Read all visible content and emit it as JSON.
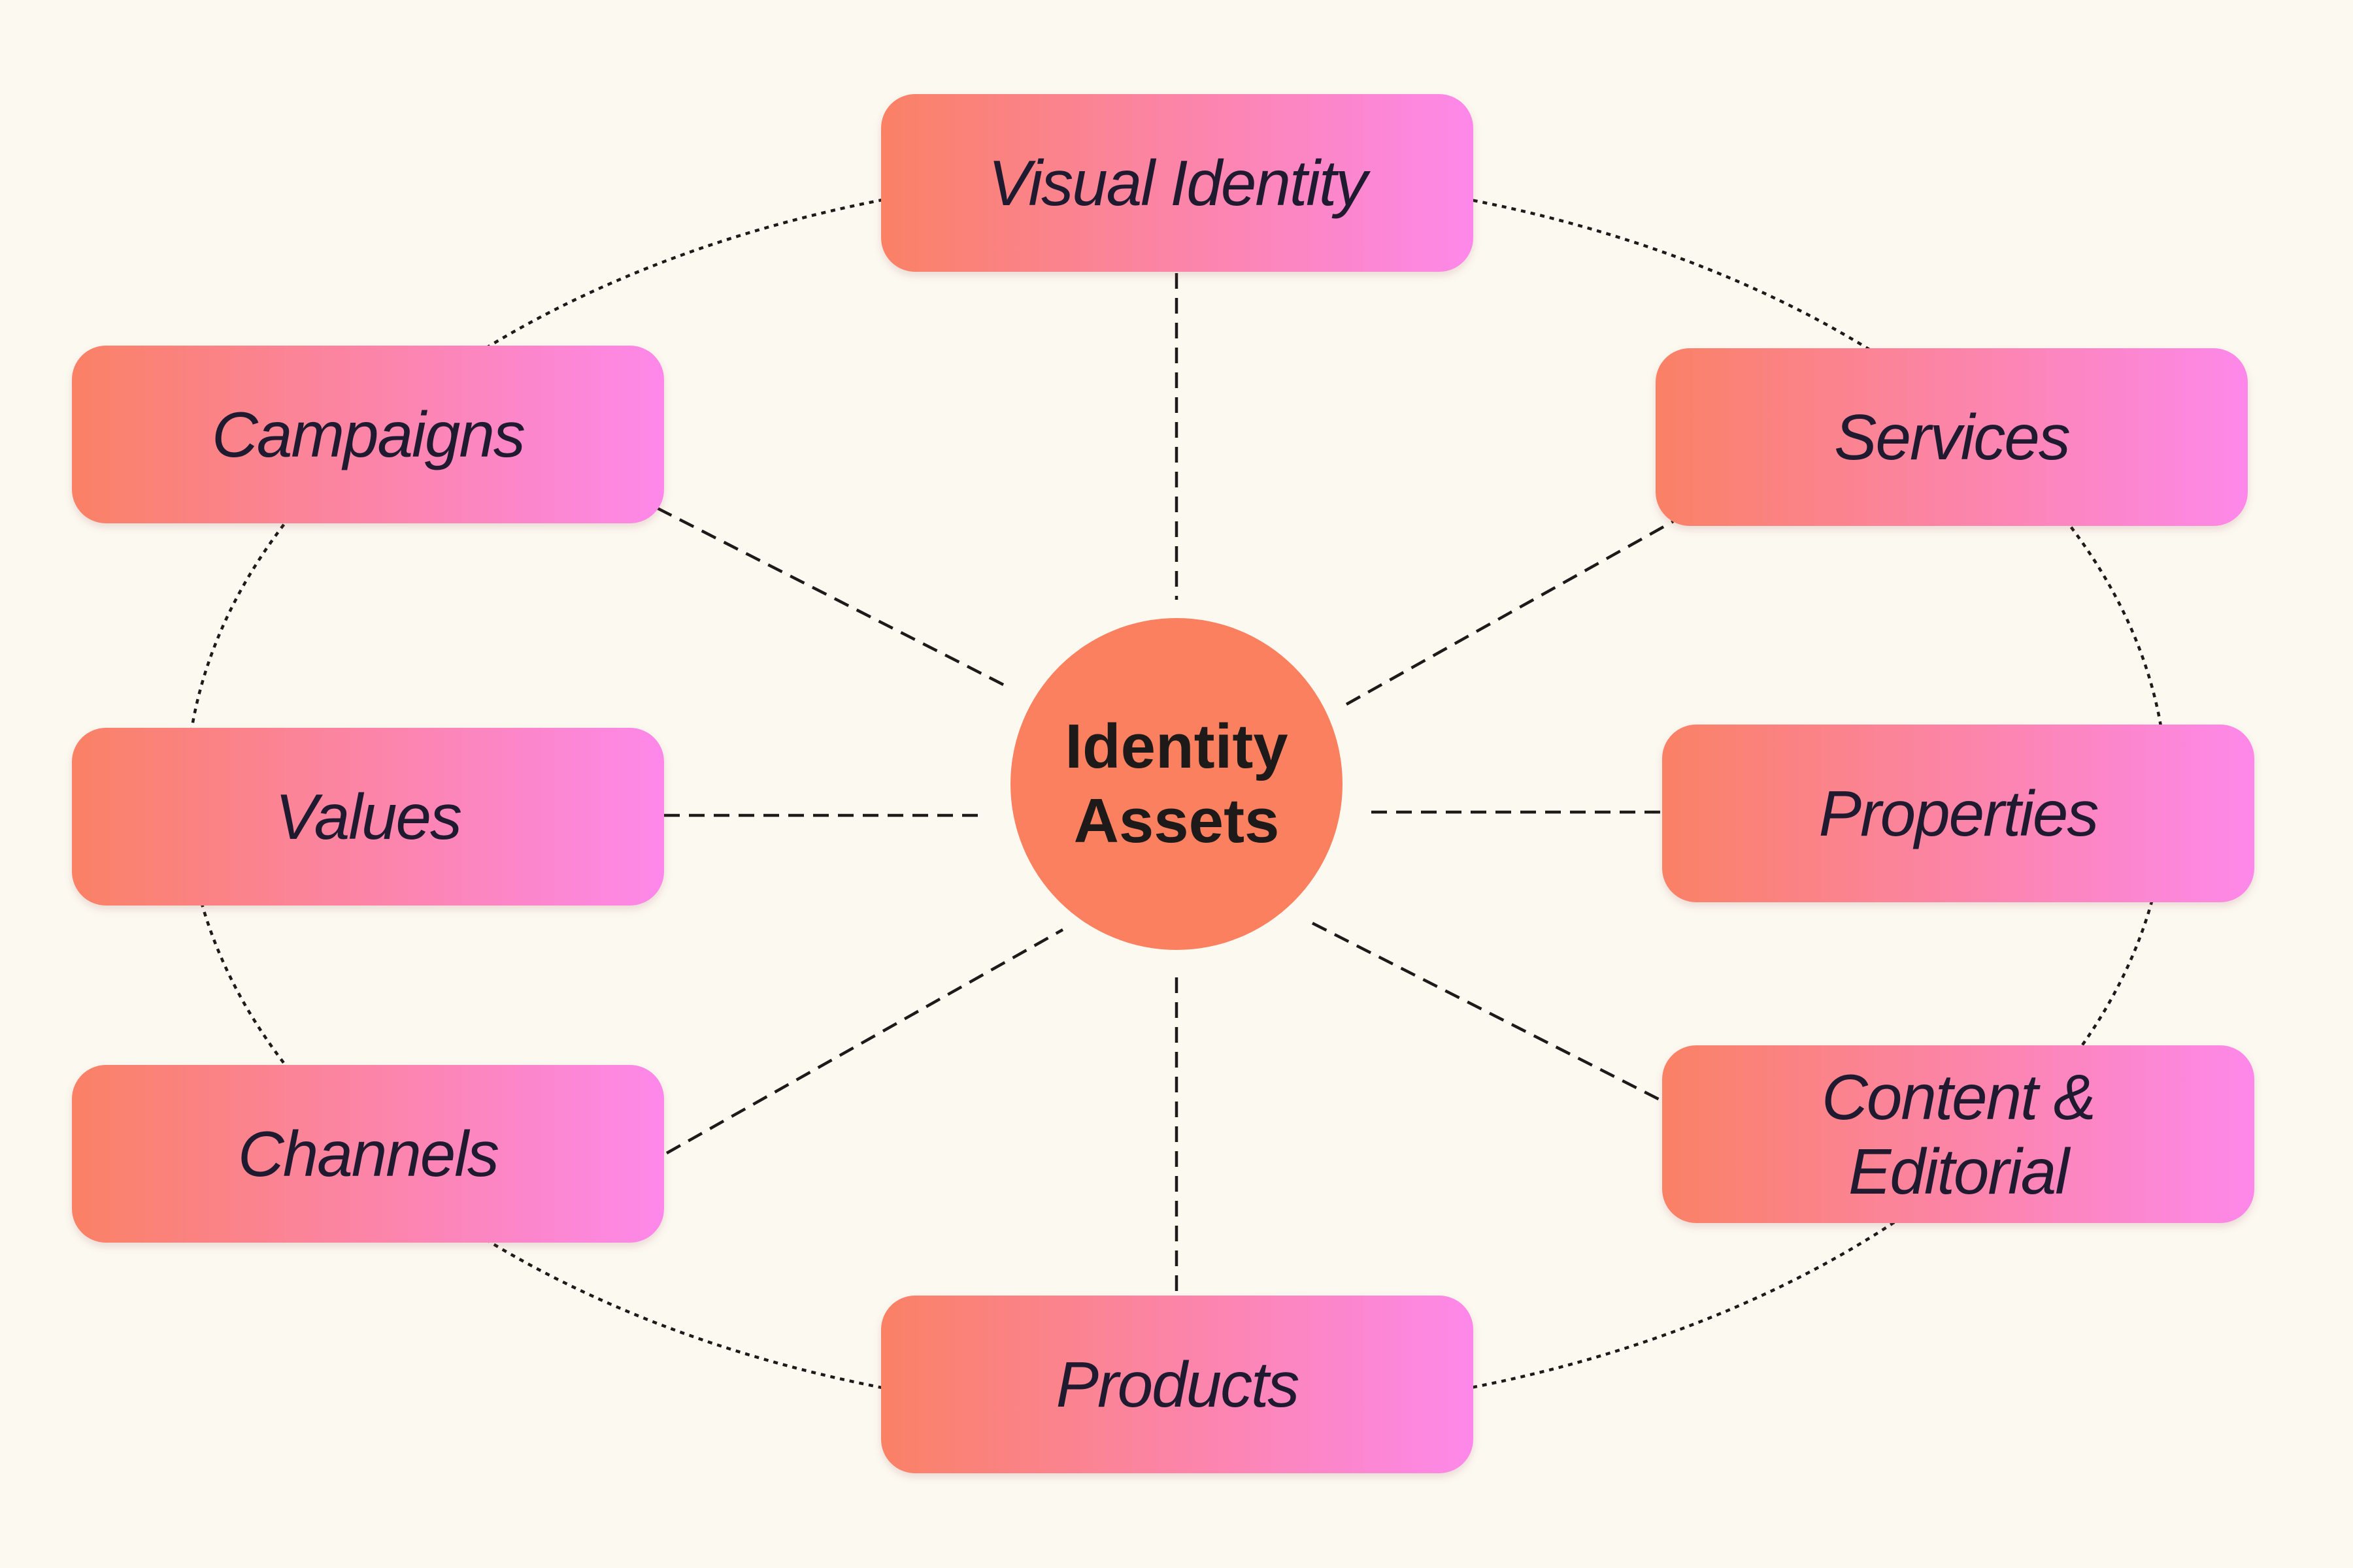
{
  "hub": {
    "label": "Identity Assets"
  },
  "nodes": {
    "visual_identity": "Visual Identity",
    "campaigns": "Campaigns",
    "services": "Services",
    "values": "Values",
    "properties": "Properties",
    "channels": "Channels",
    "content_editorial": "Content & Editorial",
    "products": "Products"
  },
  "colors": {
    "background": "#fcf9f1",
    "node_gradient_start": "#fa8165",
    "node_gradient_end": "#fd88ea",
    "hub_fill": "#fa805f",
    "line": "#1f1a1a"
  }
}
